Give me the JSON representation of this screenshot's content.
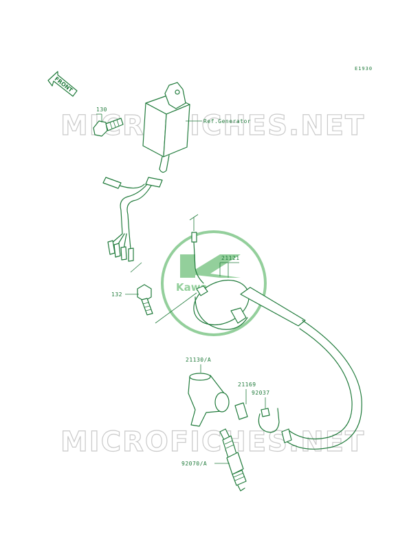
{
  "diagram_code": "E1930",
  "front_indicator": "FRONT",
  "watermark": {
    "text": "MICROFICHES.NET",
    "brand": "Kawasaki"
  },
  "parts": {
    "bolt_130": "130",
    "generator_ref": "Ref.Generator",
    "coil_21121": "21121",
    "bolt_132": "132",
    "cap_21130": "21130/A",
    "connector_21169": "21169",
    "clamp_92037": "92037",
    "plug_92070": "92070/A"
  },
  "colors": {
    "line": "#1f7a3a",
    "watermark": "#c9c9c9",
    "logo": "#6fbf7a"
  }
}
